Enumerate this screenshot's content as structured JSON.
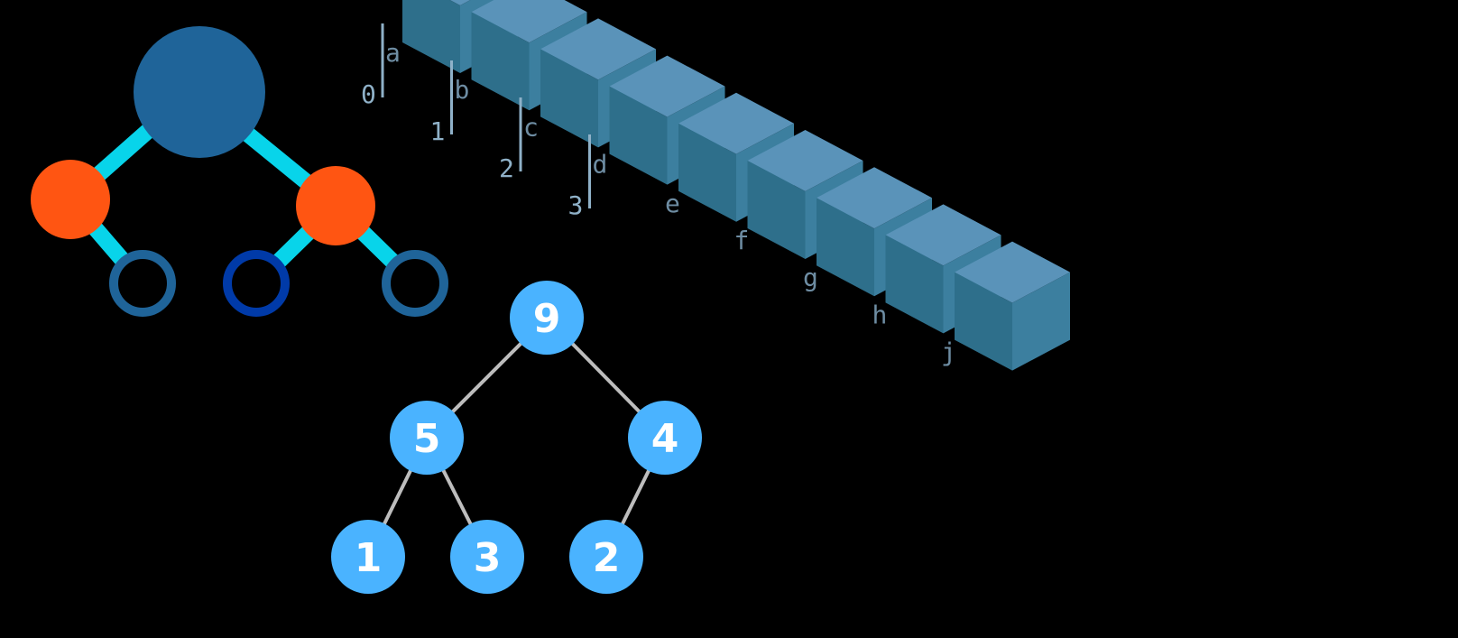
{
  "colors": {
    "background": "#000000",
    "big_node": "#1f6499",
    "big_node_edge": "#2a6fa5",
    "orange_node": "#ff5512",
    "cyan_edge": "#08d4ea",
    "hollow_node": "#1f6499",
    "hollow_node_dark": "#003aa8",
    "cube_top": "#5a93b9",
    "cube_front": "#2e6f8b",
    "cube_side": "#3c7f9f",
    "array_label": "#6e8da3",
    "index_label": "#8fb1c8",
    "heap_node": "#4ab3ff",
    "heap_text": "#ffffff",
    "heap_edge": "#bdbdbd"
  },
  "array": {
    "letters": [
      "a",
      "b",
      "c",
      "d",
      "e",
      "f",
      "g",
      "h",
      "j"
    ],
    "indices": [
      "0",
      "1",
      "2",
      "3"
    ]
  },
  "heap": {
    "root": "9",
    "left": "5",
    "right": "4",
    "left_left": "1",
    "left_right": "3",
    "right_left": "2"
  },
  "icons": {
    "abstract_tree": "tree-diagram-icon"
  }
}
